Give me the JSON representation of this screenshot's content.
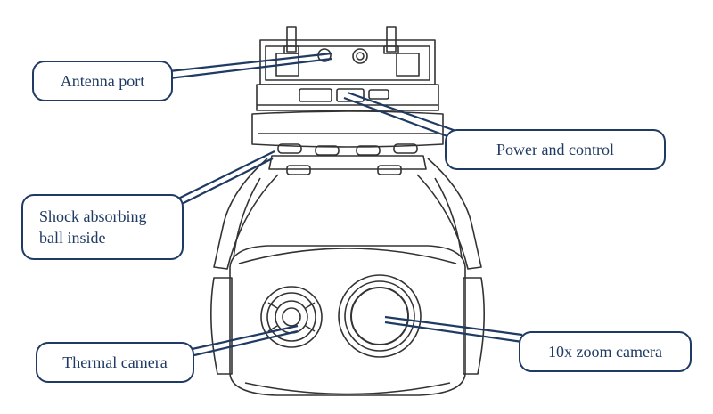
{
  "diagram": {
    "subject": "gimbal camera front view",
    "labels": {
      "antenna_port": "Antenna port",
      "power_control": "Power and control",
      "shock_ball_line1": "Shock absorbing",
      "shock_ball_line2": "ball inside",
      "thermal_camera": "Thermal camera",
      "zoom_camera": "10x zoom camera"
    },
    "colors": {
      "label_border": "#1f3a63",
      "label_text": "#1f3a63",
      "leader_line": "#1f3a63",
      "drawing_stroke": "#333333"
    }
  }
}
